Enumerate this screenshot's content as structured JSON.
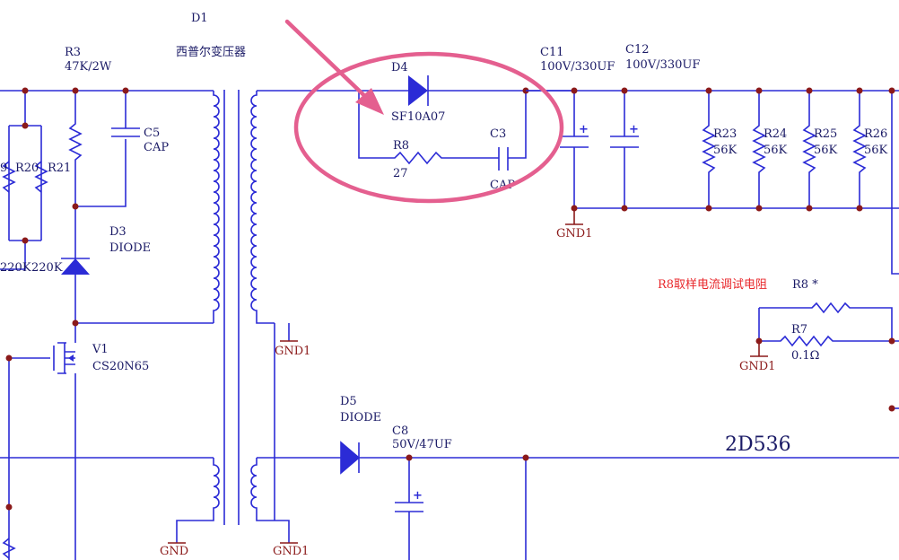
{
  "colors": {
    "wire": "#2b2bd6",
    "ground": "#8b1a1a",
    "label": "#1a1a66",
    "note": "#e8262a",
    "highlight": "#e45f8f"
  },
  "transformer": {
    "ref": "D1",
    "name": "西普尔变压器"
  },
  "r3": {
    "ref": "R3",
    "value": "47K/2W"
  },
  "c5": {
    "ref": "C5",
    "value": "CAP"
  },
  "r_partial": {
    "r19": "9",
    "r20": "R20",
    "r21": "R21",
    "v1": "220K",
    "v2": "220K"
  },
  "d3": {
    "ref": "D3",
    "value": "DIODE"
  },
  "v1": {
    "ref": "V1",
    "value": "CS20N65"
  },
  "d4": {
    "ref": "D4",
    "value": "SF10A07"
  },
  "r8": {
    "ref": "R8",
    "value": "27"
  },
  "c3": {
    "ref": "C3",
    "value": "CAP"
  },
  "c11": {
    "ref": "C11",
    "value": "100V/330UF"
  },
  "c12": {
    "ref": "C12",
    "value": "100V/330UF"
  },
  "r23": {
    "ref": "R23",
    "value": "56K"
  },
  "r24": {
    "ref": "R24",
    "value": "56K"
  },
  "r25": {
    "ref": "R25",
    "value": "56K"
  },
  "r26": {
    "ref": "R26",
    "value": "56K"
  },
  "note": {
    "text": "R8取样电流调试电阻",
    "ref": "R8 *"
  },
  "r7": {
    "ref": "R7",
    "value": "0.1Ω"
  },
  "d5": {
    "ref": "D5",
    "value": "DIODE"
  },
  "c8": {
    "ref": "C8",
    "value": "50V/47UF"
  },
  "chip": {
    "label": "2D536"
  },
  "grounds": {
    "gnd1": "GND1",
    "gnd": "GND"
  },
  "polarity": {
    "plus": "+"
  }
}
